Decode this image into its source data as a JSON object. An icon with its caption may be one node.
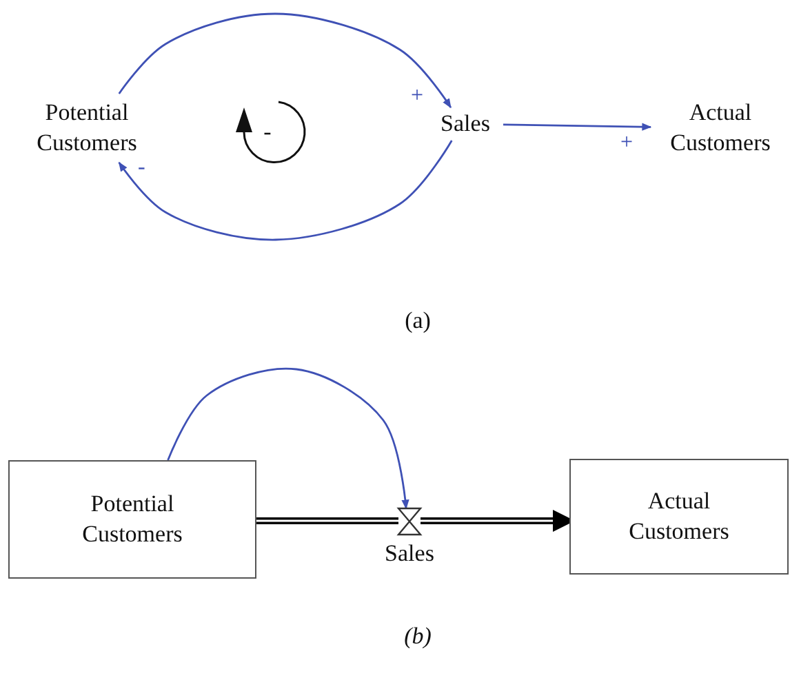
{
  "diagram": {
    "nodes": [
      {
        "text": [
          "Potential Customers"
        ]
      },
      {
        "text": [
          "Sales"
        ]
      },
      {
        "text": [
          "Actual Customers"
        ]
      },
      {
        "text": [
          "Potential Customers"
        ]
      },
      {
        "text": [],
        "shape": "valve",
        "beside": [
          "Sales"
        ]
      },
      {
        "text": [
          "Actual Customers"
        ]
      }
    ],
    "edges": [
      {
        "from": 0,
        "to": 1,
        "arrow": "to",
        "label": "+"
      },
      {
        "from": 1,
        "to": 0,
        "arrow": "to",
        "label": "-"
      },
      {
        "from": 1,
        "to": 2,
        "arrow": "to",
        "label": "+"
      },
      {
        "from": 3,
        "to": 4,
        "arrow": "to"
      },
      {
        "from": 3,
        "to": 4,
        "arrow": "none",
        "style": "thick",
        "color": "#000000"
      },
      {
        "from": 4,
        "to": 5,
        "arrow": "to",
        "style": "thick",
        "color": "#000000"
      }
    ],
    "labels": [
      "-",
      "(a)",
      "(b)"
    ]
  }
}
